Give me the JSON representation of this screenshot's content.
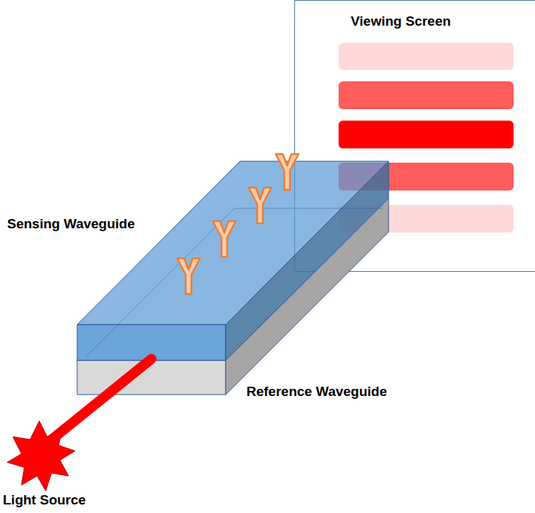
{
  "diagram": {
    "nodes": [
      {
        "text": [
          "Viewing Screen"
        ]
      }
    ],
    "labels": [
      "Sensing Waveguide",
      "Reference Waveguide",
      "Light Source"
    ]
  }
}
